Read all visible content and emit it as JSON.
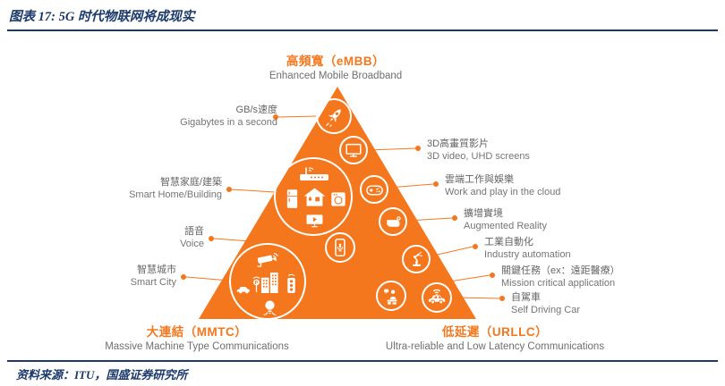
{
  "header": {
    "title": "图表 17: 5G 时代物联网将成现实"
  },
  "footer": {
    "source": "资料来源：ITU，国盛证券研究所"
  },
  "pyramid": {
    "corners": {
      "embb": {
        "zh": "高頻寬（eMBB）",
        "en": "Enhanced Mobile Broadband"
      },
      "mmtc": {
        "zh": "大連結（MMTC）",
        "en": "Massive Machine Type Communications"
      },
      "urllc": {
        "zh": "低延遲（URLLC）",
        "en": "Ultra-reliable and Low Latency Communications"
      }
    },
    "callouts": [
      {
        "zh": "GB/s速度",
        "en": "Gigabytes in a second",
        "icon": "rocket-icon"
      },
      {
        "zh": "3D高畫質影片",
        "en": "3D video, UHD screens",
        "icon": "tv-icon"
      },
      {
        "zh": "智慧家庭/建築",
        "en": "Smart Home/Building",
        "icon": "smart-home-icons"
      },
      {
        "zh": "雲端工作與娛樂",
        "en": "Work and play in the cloud",
        "icon": "gamepad-icon"
      },
      {
        "zh": "擴增實境",
        "en": "Augmented Reality",
        "icon": "ar-glasses-icon"
      },
      {
        "zh": "語音",
        "en": "Voice",
        "icon": "phone-mic-icon"
      },
      {
        "zh": "工業自動化",
        "en": "Industry automation",
        "icon": "robot-arm-icon"
      },
      {
        "zh": "智慧城市",
        "en": "Smart City",
        "icon": "smart-city-icons"
      },
      {
        "zh": "關鍵任務（ex：遠距醫療）",
        "en": "Mission critical application",
        "icon": "telemedicine-icon"
      },
      {
        "zh": "自駕車",
        "en": "Self Driving Car",
        "icon": "self-driving-car-icon"
      }
    ]
  },
  "colors": {
    "orange": "#F4771D",
    "gray_text": "#6F6F6F",
    "navy": "#1B3A6B",
    "icon_white": "#FFFFFF"
  }
}
